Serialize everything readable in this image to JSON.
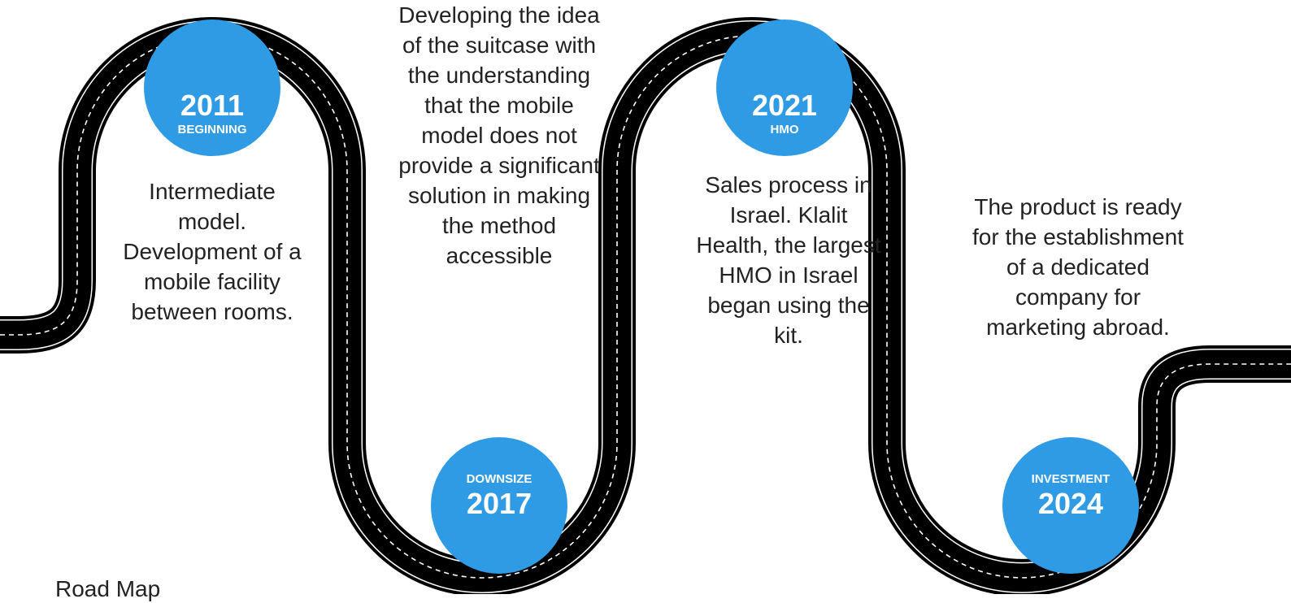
{
  "milestones": [
    {
      "year": "2011",
      "tag": "BEGINNING",
      "description": "Intermediate model. Development of a mobile facility between rooms."
    },
    {
      "year": "2017",
      "tag": "DOWNSIZE",
      "description": "Developing the idea of the suitcase with the understanding that the mobile model does not provide a significant solution in making the method accessible"
    },
    {
      "year": "2021",
      "tag": "HMO",
      "description": "Sales process in Israel. Klalit Health, the largest HMO in Israel began using the kit."
    },
    {
      "year": "2024",
      "tag": "INVESTMENT",
      "description": "The product is ready for the establishment of a dedicated company for marketing abroad."
    }
  ],
  "footer": {
    "text": "Road Map"
  },
  "colors": {
    "road": "#000000",
    "lane_marking": "#ffffff",
    "milestone_fill": "#2F9BE5",
    "text": "#222222"
  }
}
